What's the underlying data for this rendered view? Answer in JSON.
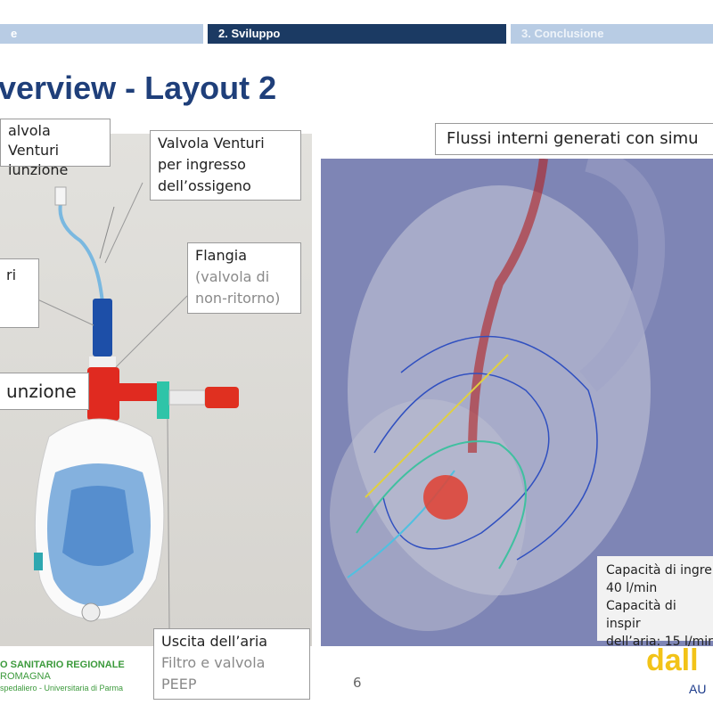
{
  "nav": {
    "tab1": "e",
    "tab2": "2. Sviluppo",
    "tab3": "3. Conclusione"
  },
  "title": "verview - Layout 2",
  "callouts": {
    "top_left": [
      "alvola Venturi",
      "iunzione"
    ],
    "venturi_oxygen": [
      "Valvola Venturi",
      "per ingresso",
      "dell’ossigeno"
    ],
    "left_mid": [
      "ri"
    ],
    "flangia": [
      "Flangia",
      "(valvola di",
      "non-ritorno)"
    ],
    "giunzione": "unzione",
    "uscita": [
      "Uscita dell’aria",
      "Filtro e valvola",
      "PEEP"
    ]
  },
  "simulation": {
    "title": "Flussi interni generati con simu",
    "caption": [
      "Capacità di ingre",
      "40 l/min",
      "Capacità di inspir",
      "dell’aria: 15 l/mir"
    ]
  },
  "footer": {
    "logo_lines": [
      "O SANITARIO REGIONALE",
      "ROMAGNA",
      "spedaliero - Universitaria di Parma"
    ],
    "page_number": "6",
    "brand_logo": "dall",
    "brand_sub": "AU"
  },
  "colors": {
    "nav_dark": "#1b3a63",
    "nav_light": "#b8cce4",
    "title": "#1f3f7a",
    "logo_green": "#3c9a3c",
    "brand_yellow": "#f2c318"
  }
}
